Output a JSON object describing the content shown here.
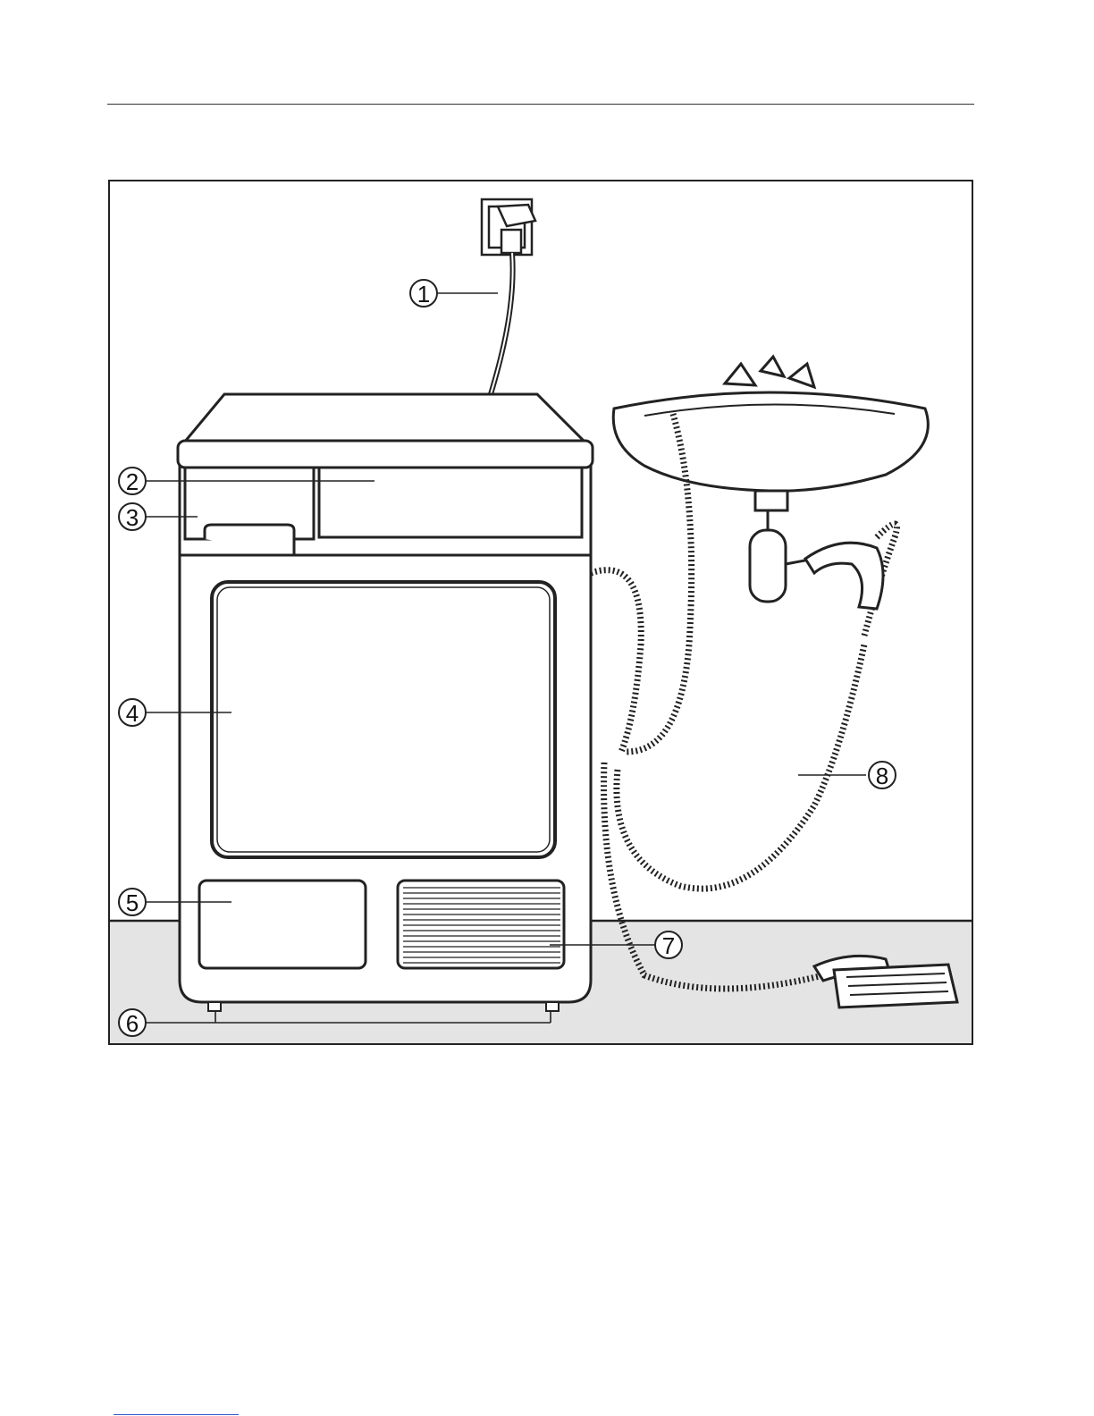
{
  "figure": {
    "callouts": [
      {
        "id": "1",
        "text": "1",
        "part": "power-plug"
      },
      {
        "id": "2",
        "text": "2",
        "part": "control-panel"
      },
      {
        "id": "3",
        "text": "3",
        "part": "condensed-water-container"
      },
      {
        "id": "4",
        "text": "4",
        "part": "door"
      },
      {
        "id": "5",
        "text": "5",
        "part": "heat-exchanger-access-panel"
      },
      {
        "id": "6",
        "text": "6",
        "part": "adjustable-feet"
      },
      {
        "id": "7",
        "text": "7",
        "part": "air-intake-grille"
      },
      {
        "id": "8",
        "text": "8",
        "part": "drain-hose"
      }
    ]
  }
}
